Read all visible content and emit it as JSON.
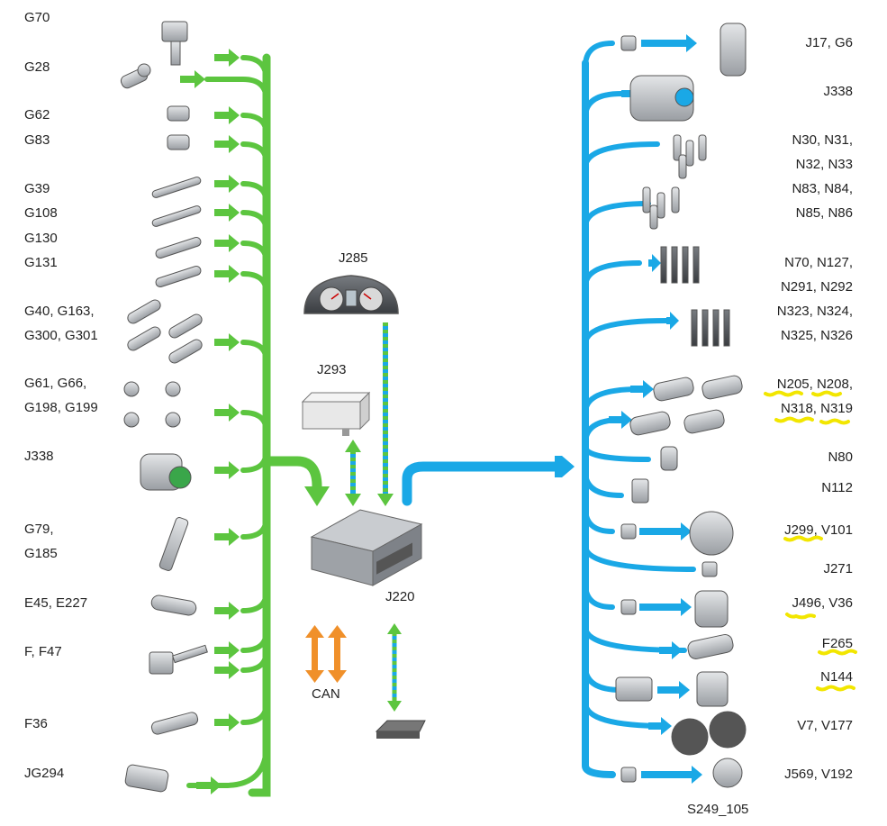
{
  "diagram": {
    "colors": {
      "inputs": "#5cc53f",
      "outputs": "#1aa8e6",
      "can": "#f0902a",
      "highlight": "#f2e600",
      "component": "#b9bcc0"
    },
    "left_labels": [
      {
        "key": "g70",
        "lines": [
          "G70"
        ]
      },
      {
        "key": "g28",
        "lines": [
          "G28"
        ]
      },
      {
        "key": "g62",
        "lines": [
          "G62"
        ]
      },
      {
        "key": "g83",
        "lines": [
          "G83"
        ]
      },
      {
        "key": "g39",
        "lines": [
          "G39"
        ]
      },
      {
        "key": "g108",
        "lines": [
          "G108"
        ]
      },
      {
        "key": "g130",
        "lines": [
          "G130"
        ]
      },
      {
        "key": "g131",
        "lines": [
          "G131"
        ]
      },
      {
        "key": "g40",
        "lines": [
          "G40, G163,",
          "G300, G301"
        ]
      },
      {
        "key": "g61",
        "lines": [
          "G61, G66,",
          "G198, G199"
        ]
      },
      {
        "key": "j338l",
        "lines": [
          "J338"
        ]
      },
      {
        "key": "g79",
        "lines": [
          "G79,",
          "G185"
        ]
      },
      {
        "key": "e45",
        "lines": [
          "E45, E227"
        ]
      },
      {
        "key": "f",
        "lines": [
          "F, F47"
        ]
      },
      {
        "key": "f36",
        "lines": [
          "F36"
        ]
      },
      {
        "key": "jg294",
        "lines": [
          "JG294"
        ]
      }
    ],
    "right_labels": [
      {
        "key": "j17",
        "lines": [
          "J17, G6"
        ]
      },
      {
        "key": "j338r",
        "lines": [
          "J338"
        ]
      },
      {
        "key": "n30",
        "lines": [
          "N30, N31,",
          "N32, N33"
        ]
      },
      {
        "key": "n83",
        "lines": [
          "N83, N84,",
          "N85, N86"
        ]
      },
      {
        "key": "n70",
        "lines": [
          "N70, N127,",
          "N291, N292"
        ]
      },
      {
        "key": "n323",
        "lines": [
          "N323, N324,",
          "N325, N326"
        ]
      },
      {
        "key": "n205",
        "lines": [
          "N205, N208,",
          "N318, N319"
        ]
      },
      {
        "key": "n80",
        "lines": [
          "N80"
        ]
      },
      {
        "key": "n112",
        "lines": [
          "N112"
        ]
      },
      {
        "key": "j299",
        "lines": [
          "J299, V101"
        ]
      },
      {
        "key": "j271",
        "lines": [
          "J271"
        ]
      },
      {
        "key": "j496",
        "lines": [
          "J496, V36"
        ]
      },
      {
        "key": "f265",
        "lines": [
          "F265"
        ]
      },
      {
        "key": "n144",
        "lines": [
          "N144"
        ]
      },
      {
        "key": "v7",
        "lines": [
          "V7, V177"
        ]
      },
      {
        "key": "j569",
        "lines": [
          "J569, V192"
        ]
      }
    ],
    "center": {
      "j285": "J285",
      "j293": "J293",
      "j220": "J220",
      "can": "CAN"
    },
    "figure_id": "S249_105"
  }
}
